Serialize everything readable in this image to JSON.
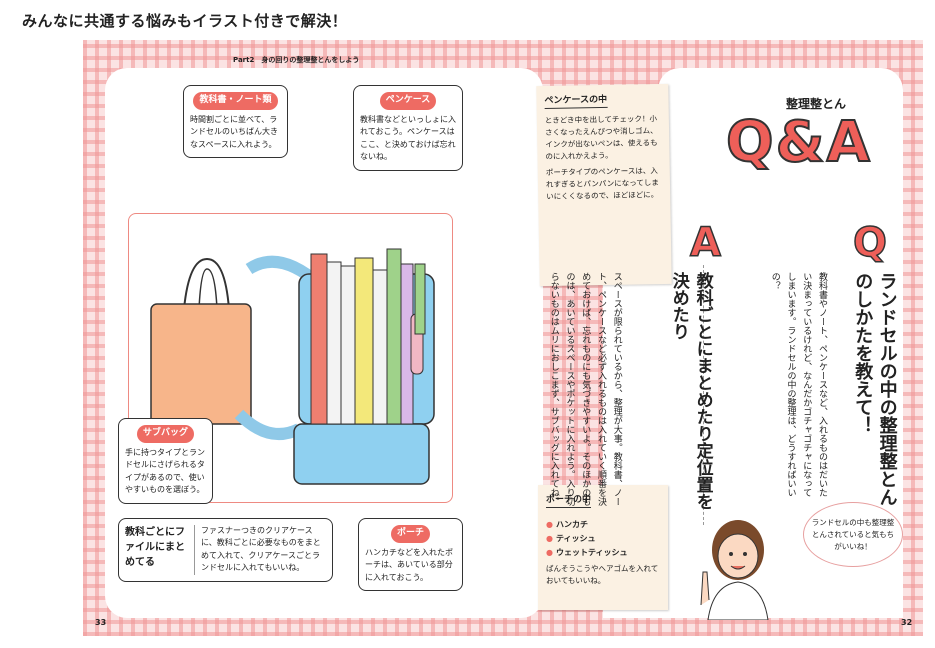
{
  "caption": "みんなに共通する悩みもイラスト付きで解決！",
  "header": {
    "part": "Part2　身の回りの整理整とんをしよう"
  },
  "pages": {
    "left": "33",
    "right": "32"
  },
  "callouts": {
    "textbook": {
      "title": "教科書・ノート類",
      "text": "時間割ごとに並べて、ランドセルのいちばん大きなスペースに入れよう。"
    },
    "pencase": {
      "title": "ペンケース",
      "text": "教科書などといっしょに入れておこう。ペンケースはここ、と決めておけば忘れないね。"
    },
    "subbag": {
      "title": "サブバッグ",
      "text": "手に持つタイプとランドセルにさげられるタイプがあるので、使いやすいものを選ぼう。"
    },
    "file": {
      "title": "教科ごとにファイルにまとめてる",
      "text": "ファスナーつきのクリアケースに、教科ごとに必要なものをまとめて入れて、クリアケースごとランドセルに入れてもいいね。"
    },
    "pouch": {
      "title": "ポーチ",
      "text": "ハンカチなどを入れたポーチは、あいている部分に入れておこう。"
    }
  },
  "note_pencase": {
    "title": "ペンケースの中",
    "text1": "ときどき中を出してチェック！小さくなったえんぴつや消しゴム、インクが出ないペンは、使えるものに入れかえよう。",
    "text2": "ポーチタイプのペンケースは、入れすぎるとパンパンになってしまいにくくなるので、ほどほどに。"
  },
  "note_pouch": {
    "title": "ポーチの中",
    "items": [
      "ハンカチ",
      "ティッシュ",
      "ウェットティッシュ"
    ],
    "text": "ばんそうこうやヘアゴムを入れておいてもいいね。"
  },
  "qa": {
    "subtitle": "整理整とん",
    "big": "Q&A",
    "q_badge": "Q",
    "a_badge": "A",
    "question": "ランドセルの中の整理整とんのしかたを教えて！",
    "question_body": "教科書やノート、ペンケースなど、入れるものはだいたい決まっているけれど、なんだかゴチャゴチャになってしまいます。ランドセルの中の整理は、どうすればいいの？",
    "answer": "教科ごとにまとめたり定位置を決めたり",
    "answer_body": "スペースが限られているから、整理が大事。教科書、ノート、ペンケースなど必ず入れるものは入れていく順番を決めておけば、忘れものにも気づきやすいよ。そのほかのものは、あいているスペースやポケットに入れよう。入り切らないものはムリにおしこまず、サブバッグに入れてね。"
  },
  "speech": "ランドセルの中も整理整とんされていると気もちがいいね！",
  "colors": {
    "accent": "#ee6b63",
    "check": "#f0a0a0"
  }
}
